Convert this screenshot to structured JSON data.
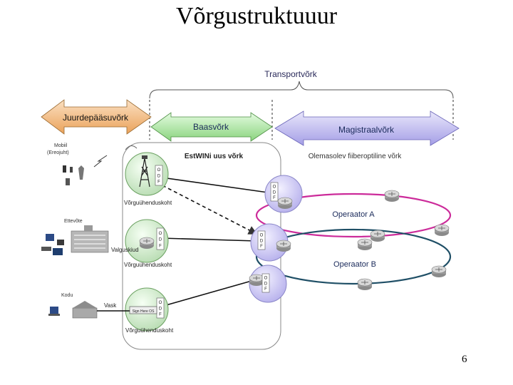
{
  "title": "Võrgustruktuuur",
  "page_number": "6",
  "top_labels": {
    "transport": "Transportvõrk",
    "access": "Juurdepääsuvõrk",
    "base": "Baasvõrk",
    "backbone": "Magistraalvõrk"
  },
  "section_labels": {
    "estwin": "EstWINi uus võrk",
    "existing": "Olemasolev fiiberoptiline võrk"
  },
  "left_labels": {
    "mobile": "Mobiil",
    "mobile_sub": "(Ereojuht)",
    "company": "Ettevõte",
    "home": "Kodu"
  },
  "connection_labels": {
    "valguskiud": "Valguskiud",
    "vask": "Vask"
  },
  "node_labels": {
    "node1": "Võrguühenduskoht",
    "node2": "Võrguühenduskoht",
    "node3": "Võrguühenduskoht",
    "device": "Sign Here OS"
  },
  "operators": {
    "a": "Operaator A",
    "b": "Operaator B"
  },
  "odf": "O D F",
  "colors": {
    "access_arrow": "#f5c28a",
    "base_arrow": "#b8efb0",
    "backbone_arrow": "#c8c4f2",
    "operator_a": "#cc2b9a",
    "operator_b": "#1f4f66",
    "node_fill": "#d9f0d5",
    "remote_node_fill": "#d6d2f5"
  }
}
